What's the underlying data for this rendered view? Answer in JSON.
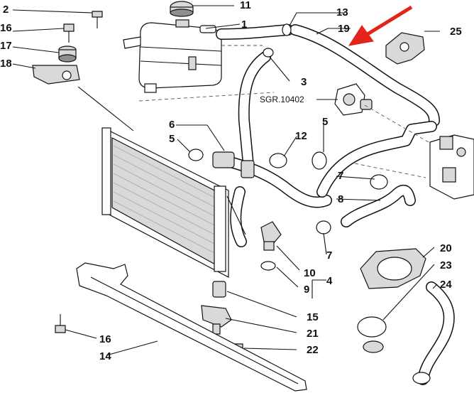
{
  "diagram": {
    "callouts": [
      "2",
      "16",
      "17",
      "18",
      "11",
      "1",
      "13",
      "19",
      "25",
      "3",
      "SGR.10402",
      "6",
      "5",
      "12",
      "5",
      "7",
      "8",
      "10",
      "9",
      "4",
      "7",
      "20",
      "23",
      "24",
      "15",
      "21",
      "16",
      "14",
      "22"
    ],
    "reference_code": "SGR.10402",
    "highlight_arrow_color": "#e3241b"
  }
}
